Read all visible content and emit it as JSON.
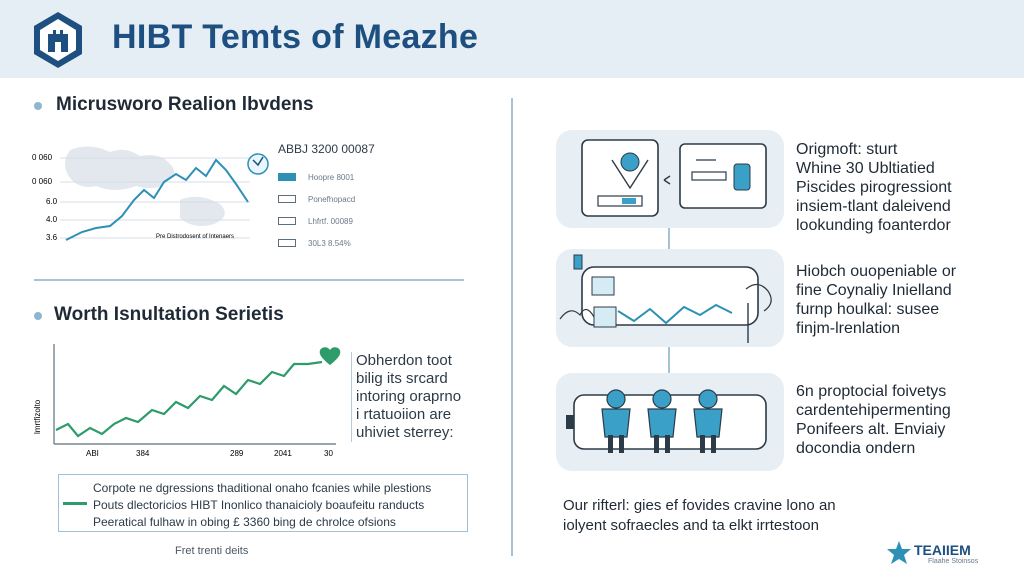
{
  "header": {
    "title": "HIBT Temts of Meazhe"
  },
  "colors": {
    "accent": "#1d4f80",
    "chart_teal": "#2d91b5",
    "chart_green": "#2e9b6a",
    "panel_bg": "#e7eef4"
  },
  "section1": {
    "title": "Micrusworo Realion lbvdens",
    "legend_head": "ABBJ 3200 00087",
    "legend_items": [
      "Hoopre 8001",
      "Ponefhopacd",
      "Lhfrtf. 00089",
      "30L3 8.54%"
    ]
  },
  "chart1": {
    "y_ticks": [
      "0 060",
      "0 060",
      "6.0",
      "4.0",
      "3.6"
    ],
    "inner_label": "Pre Distrodosent of Intenaers"
  },
  "section2": {
    "title": "Worth Isnultation Serietis",
    "y_label": "lmrtfizolto",
    "x_ticks": [
      "ABI",
      "384",
      "289",
      "2041",
      "30"
    ],
    "side_text": [
      "Obherdon toot",
      "bilig its srcard",
      "intoring oraprno",
      "i rtatuoiion are",
      "uhiviet sterrey:"
    ]
  },
  "notes": {
    "lines": [
      "Corpote ne dgressions thaditional onaho fcanies while plestions",
      "Pouts dlectoricios HIBT Inonlico thanaicioly boaufeitu randucts",
      "Peeratical fulhaw in obing £ 3360 bing de chrolce ofsions"
    ],
    "footnote": "Fret trenti deits"
  },
  "right": {
    "panels": [
      {
        "text": [
          "Origmoft: sturt",
          "Whine 30 Ubltiatied",
          "Piscides pirogressiont",
          "insiem-tlant daleivend",
          "lookunding foanterdor"
        ]
      },
      {
        "text": [
          "Hiobch ouopeniable or",
          "fine Coynaliy Inielland",
          "furnp houlkal: susee",
          "finjm-lrenlation"
        ]
      },
      {
        "text": [
          "6n proptocial foivetys",
          "cardentehipermenting",
          "Ponifeers alt. Enviaiy",
          "docondia ondern"
        ]
      }
    ],
    "closing": [
      "Our rifterl: gies ef fovides cravine lono an",
      "iolyent sofraecles and ta elkt irrtestoon"
    ]
  },
  "brand": {
    "name": "TEAIIEM",
    "tagline": "Flaahe Stoinsos"
  }
}
